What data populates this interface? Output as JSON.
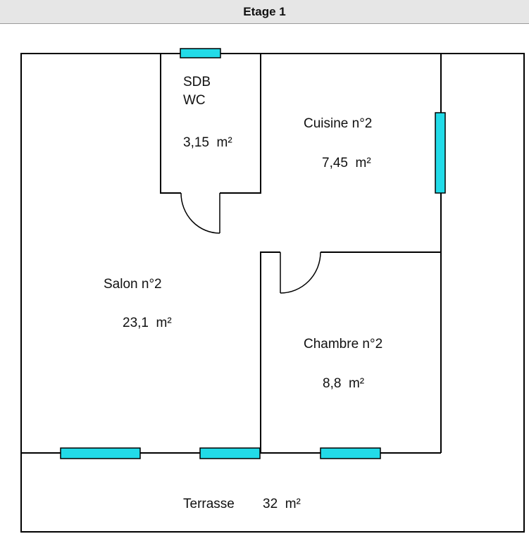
{
  "header": {
    "title": "Etage 1"
  },
  "rooms": {
    "sdb": {
      "line1": "SDB",
      "line2": "WC",
      "area": "3,15  m²"
    },
    "cuisine": {
      "name": "Cuisine n°2",
      "area": "7,45  m²"
    },
    "salon": {
      "name": "Salon n°2",
      "area": "23,1  m²"
    },
    "chambre": {
      "name": "Chambre n°2",
      "area": "8,8  m²"
    },
    "terrasse": {
      "name": "Terrasse",
      "area": "32  m²"
    }
  },
  "colors": {
    "window": "#22dbe8",
    "wall": "#000000",
    "header_bg": "#e6e6e6"
  }
}
